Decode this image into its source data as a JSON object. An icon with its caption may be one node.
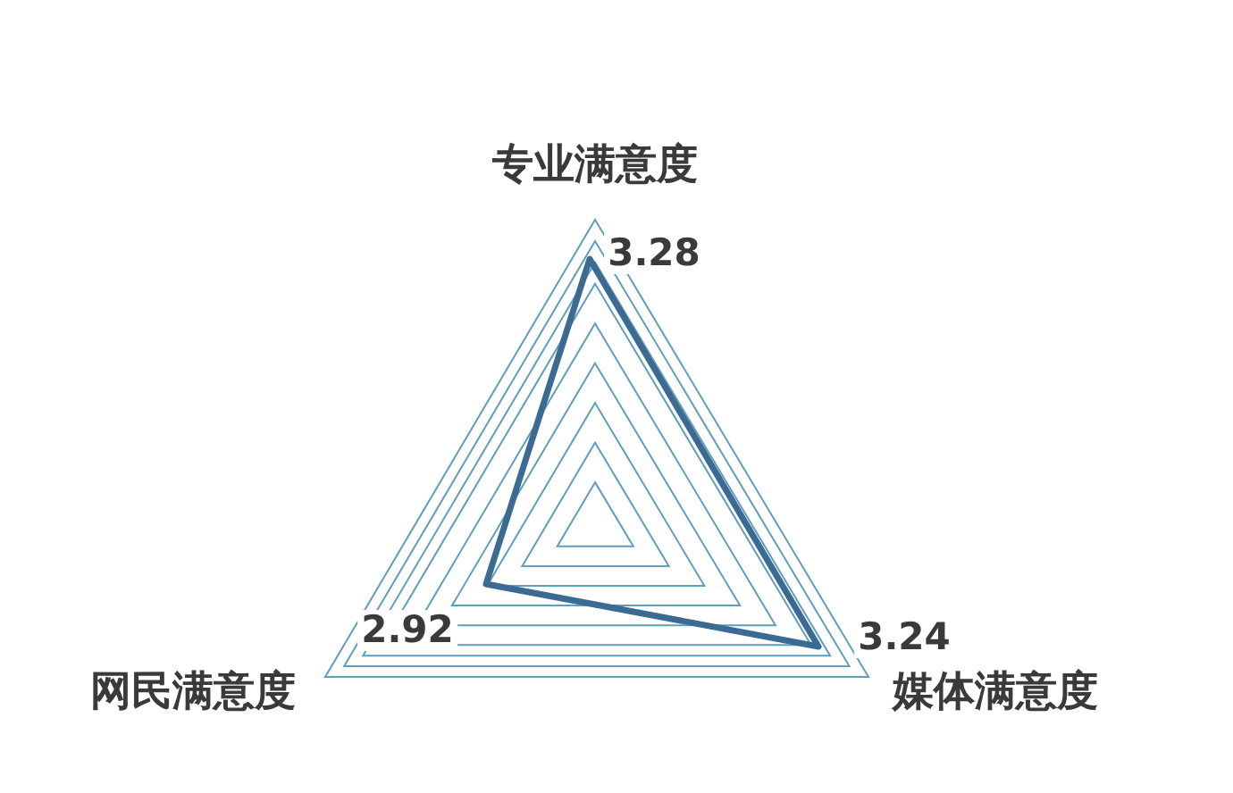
{
  "diagram": {
    "labels": [
      "专业满意度",
      "3.28",
      "3.24",
      "媒体满意度",
      "2.92",
      "网民满意度"
    ]
  }
}
